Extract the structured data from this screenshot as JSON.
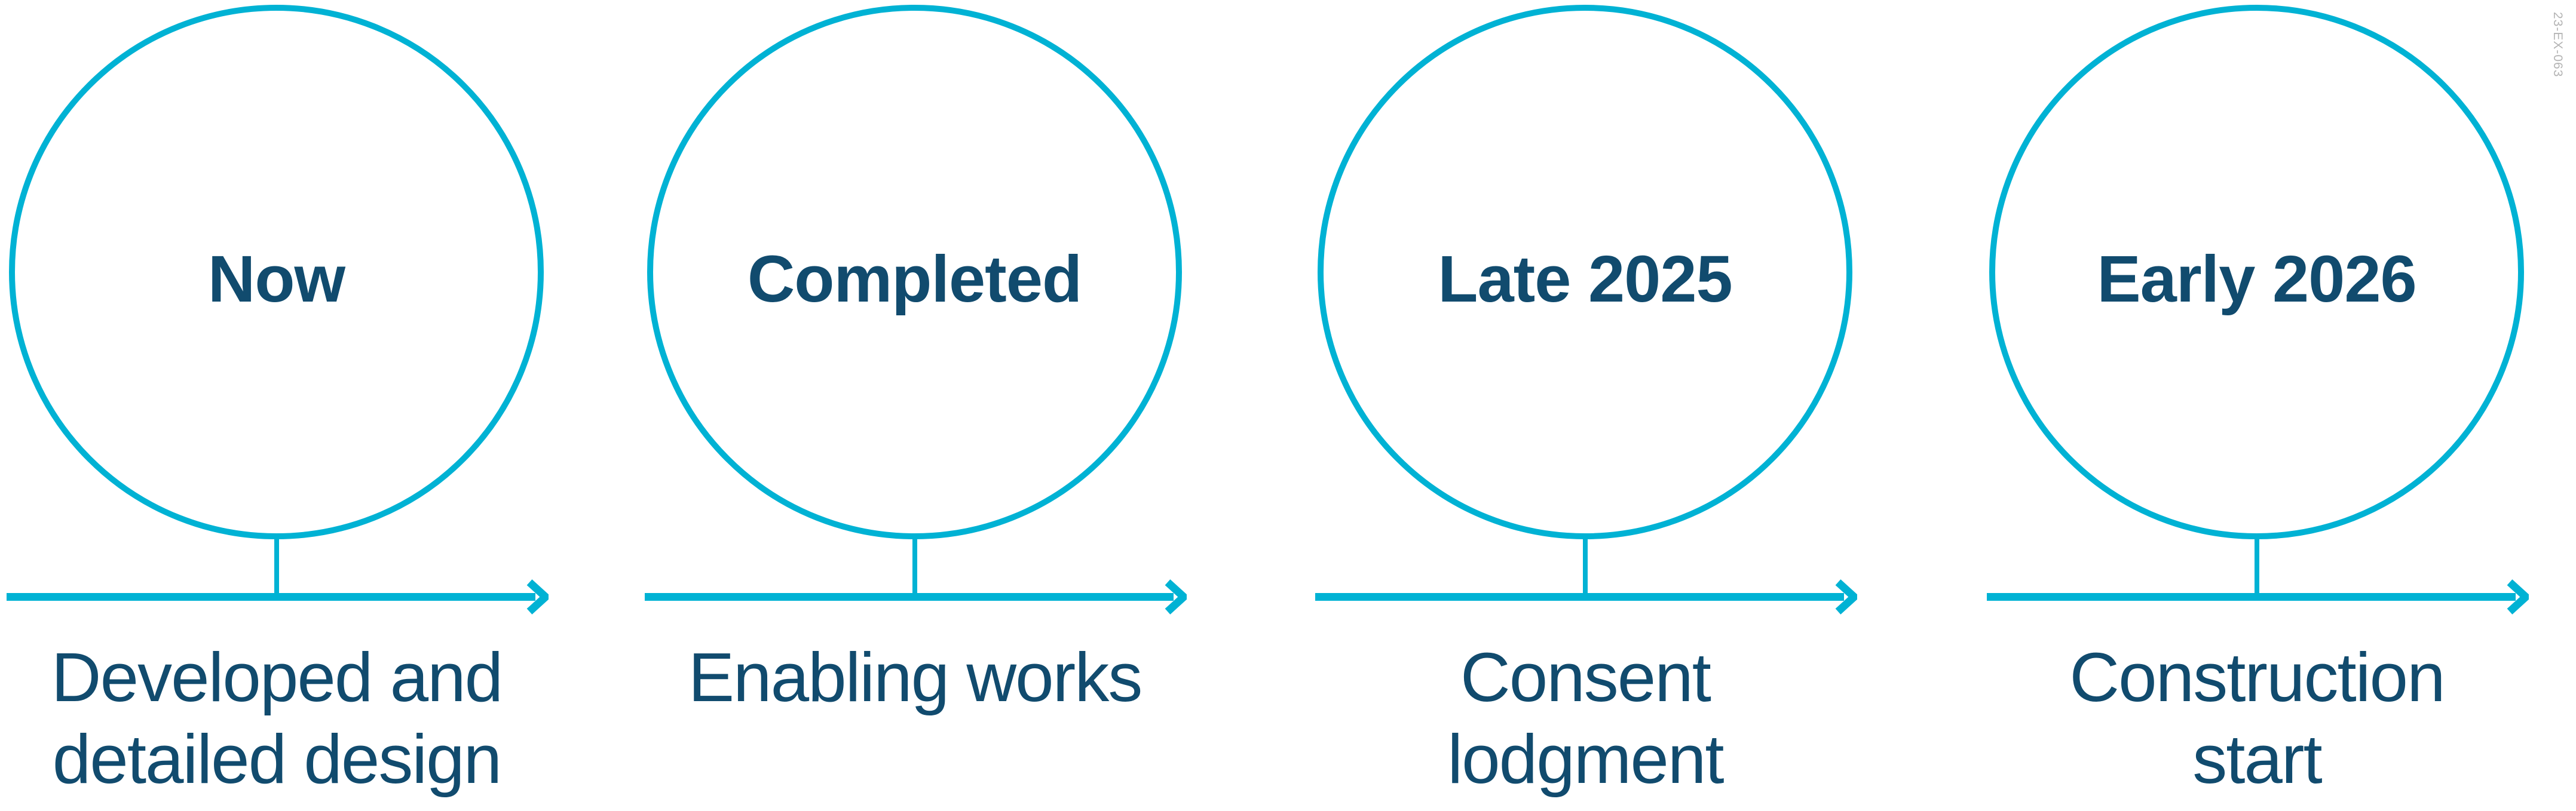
{
  "page": {
    "reference_code": "23-EX-063",
    "background": "#ffffff"
  },
  "colors": {
    "accent": "#00B2D4",
    "navy": "#114B6E",
    "codegray": "#B4B4B4",
    "bg": "#ffffff"
  },
  "timeline": {
    "type": "project-timeline",
    "milestones": [
      {
        "label": "Now",
        "caption": "Developed and\ndetailed design"
      },
      {
        "label": "Completed",
        "caption": "Enabling works"
      },
      {
        "label": "Late 2025",
        "caption": "Consent\nlodgment"
      },
      {
        "label": "Early 2026",
        "caption": "Construction\nstart"
      }
    ]
  }
}
